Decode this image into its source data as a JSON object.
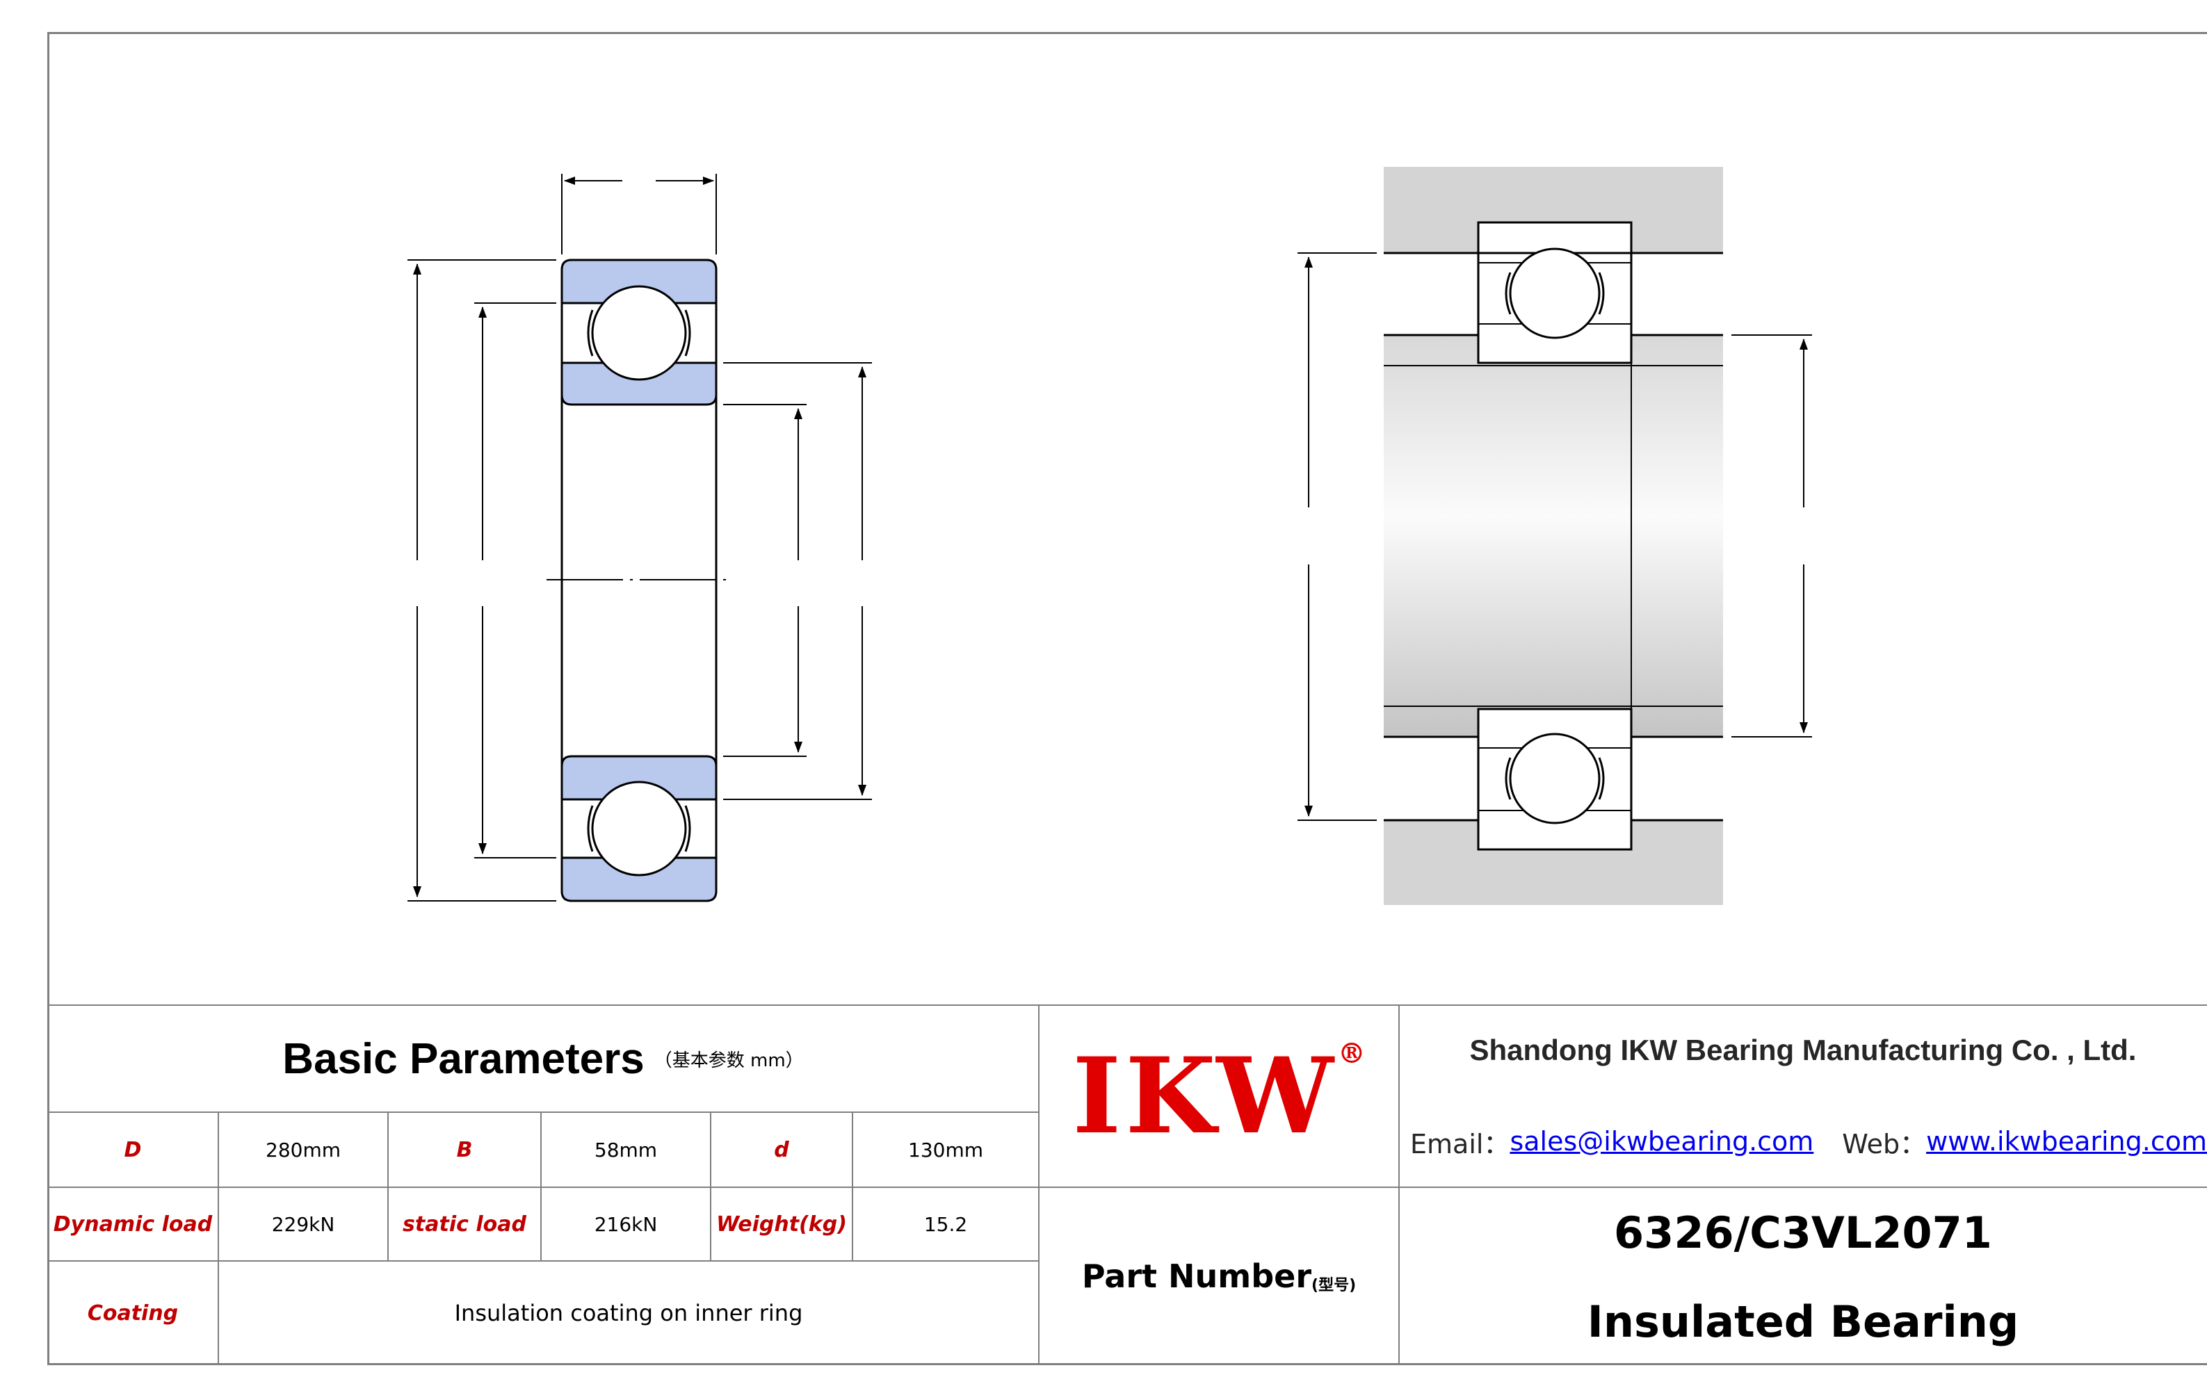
{
  "table": {
    "title": "Basic Parameters",
    "title_sub": "（基本参数 mm）",
    "row1": [
      {
        "label": "D",
        "value": "280mm"
      },
      {
        "label": "B",
        "value": "58mm"
      },
      {
        "label": "d",
        "value": "130mm"
      }
    ],
    "row2": [
      {
        "label": "Dynamic load",
        "value": "229kN"
      },
      {
        "label": "static load",
        "value": "216kN"
      },
      {
        "label": "Weight(kg)",
        "value": "15.2"
      }
    ],
    "row3": {
      "label": "Coating",
      "value": "Insulation coating on inner ring"
    }
  },
  "brand": {
    "logo_text": "IKW",
    "registered_mark": "®",
    "logo_color": "#e00000"
  },
  "company": {
    "name": "Shandong IKW Bearing Manufacturing Co. , Ltd.",
    "email_label": "Email：",
    "email": "sales@ikwbearing.com",
    "web_label": "Web：",
    "web": "www.ikwbearing.com"
  },
  "part": {
    "label": "Part Number",
    "label_sub": "(型号)",
    "number": "6326/C3VL2071",
    "type": "Insulated Bearing"
  },
  "colors": {
    "ring_fill": "#b9c9ee",
    "housing_gray": "#d4d4d4",
    "label_red": "#c00000",
    "link_blue": "#0000ee"
  }
}
